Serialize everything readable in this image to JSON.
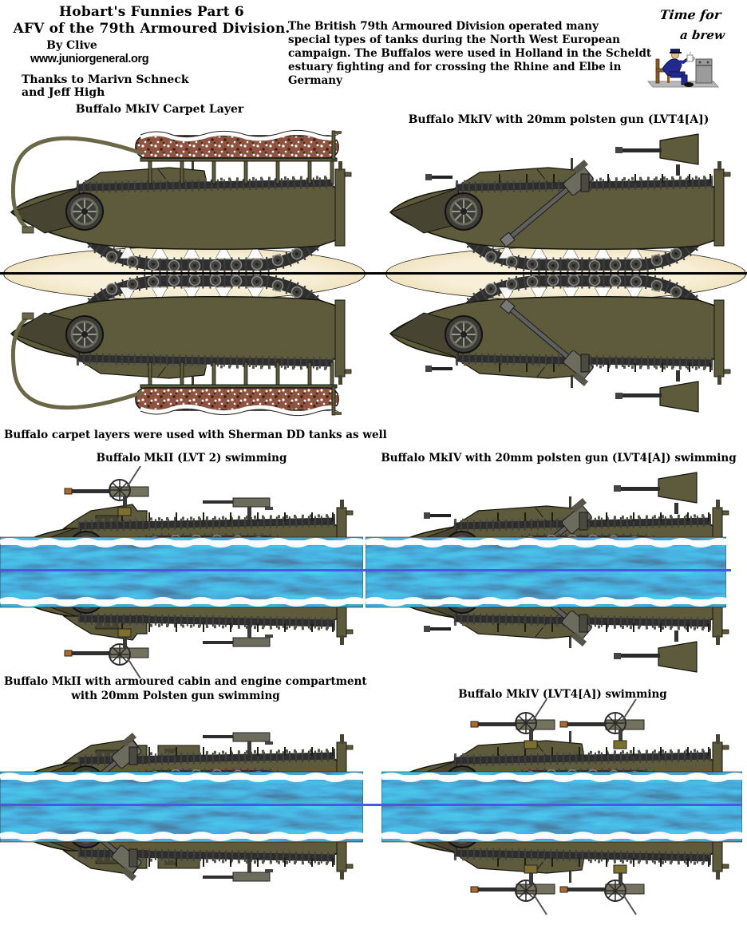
{
  "header": {
    "title_line1": "Hobart's Funnies Part 6",
    "title_line2": "AFV of the 79th Armoured Division.",
    "byline": "By Clive",
    "website": "www.juniorgeneral.org",
    "thanks": [
      "Thanks to Marivn Schneck",
      "and Jeff High"
    ],
    "intro_lines": [
      "The British 79th Armoured Division operated many",
      "special types of tanks during the North West European",
      "campaign. The Buffalos were used in Holland in the Scheldt",
      "estuary fighting and for crossing the Rhine and Elbe in",
      "Germany"
    ],
    "brew_line1": "Time for",
    "brew_line2": "a brew"
  },
  "note": "Buffalo carpet layers were used with Sherman DD tanks as well",
  "panels": [
    {
      "id": "carpet-layer",
      "label": "Buffalo MkIV Carpet Layer",
      "base": "ground",
      "variant": "carpet"
    },
    {
      "id": "mkiv-polsten",
      "label": "Buffalo MkIV with 20mm polsten gun (LVT4[A])",
      "base": "ground",
      "variant": "mk4-polsten"
    },
    {
      "id": "mkii-swimming",
      "label": "Buffalo MkII (LVT 2) swimming",
      "base": "water",
      "variant": "mk2-swim"
    },
    {
      "id": "mkiv-polsten-swimming",
      "label": "Buffalo MkIV with 20mm polsten gun (LVT4[A]) swimming",
      "base": "water",
      "variant": "mk4-polsten"
    },
    {
      "id": "mkii-armoured-swimming",
      "label_lines": [
        "Buffalo MkII with armoured cabin and engine compartment",
        "with 20mm Polsten gun  swimming"
      ],
      "base": "water",
      "variant": "mk2-armoured"
    },
    {
      "id": "mkiv-lvt4a-swimming",
      "label": "Buffalo MkIV (LVT4[A]) swimming",
      "base": "water",
      "variant": "mk4-twin-mg"
    }
  ],
  "colors": {
    "hull": "#5d5b3c",
    "hull_dark": "#474531",
    "hull_light": "#6b6847",
    "track": "#2e2e2e",
    "track_hi": "#3e3e3e",
    "wheel": "#44443c",
    "wheel_rim": "#8a8a8a",
    "carpet": "#8f5340",
    "ground": "#f2e8cc",
    "ground_edge": "#e2d0a0",
    "water_deep": "#1d3a5c",
    "water_line": "#4857e6",
    "foam": "#ffffff",
    "uniform": "#232a8f",
    "crate": "#9b9b9b",
    "chair": "#8a5a2b"
  }
}
